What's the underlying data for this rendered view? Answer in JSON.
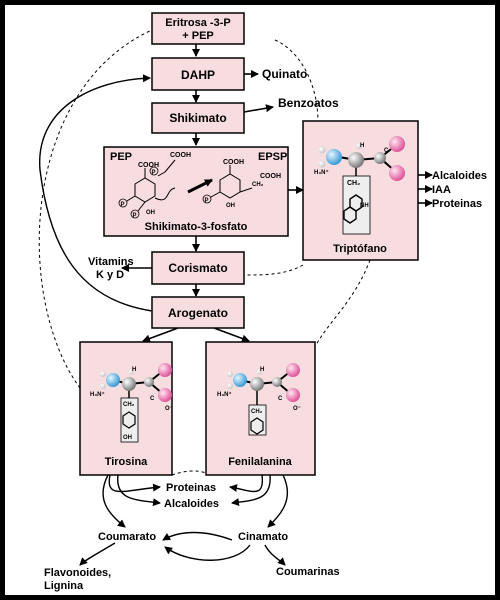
{
  "nodes": {
    "eritrosa_line1": "Eritrosa -3-P",
    "eritrosa_line2": "+ PEP",
    "dahp": "DAHP",
    "shikimato": "Shikimato",
    "corismato": "Corismato",
    "arogenato": "Arogenato",
    "tirosina": "Tirosina",
    "fenilalanina": "Fenilalanina",
    "triptofano": "Triptófano"
  },
  "shikimate_panel": {
    "pep": "PEP",
    "epsp": "EPSP",
    "caption": "Shikimato-3-fosfato"
  },
  "side_products": {
    "quinato": "Quinato",
    "benzoatos": "Benzoatos",
    "vitamins_line1": "Vitamins",
    "vitamins_line2": "K y D",
    "alcaloides": "Alcaloides",
    "iaa": "IAA",
    "proteinas": "Proteinas"
  },
  "bottom": {
    "proteinas": "Proteinas",
    "alcaloides": "Alcaloides",
    "coumarato": "Coumarato",
    "cinamato": "Cinamato",
    "flavonoides_line1": "Flavonoides,",
    "flavonoides_line2": "Lignina",
    "coumarinas": "Coumarinas"
  },
  "molecule_labels": {
    "amine": "H₃N⁺",
    "h": "H",
    "c": "C",
    "o": "O",
    "o_minus": "O⁻",
    "ch2": "CH₂",
    "oh": "OH",
    "nh": "NH",
    "p": "P",
    "cooh": "COOH",
    "ch2_sub": "CH₂"
  },
  "colors": {
    "box_fill": "#f7dce0",
    "amine_blue": "#5bb7e8",
    "oxygen_pink": "#ef86b5",
    "carbon_gray": "#9a9a9a"
  }
}
